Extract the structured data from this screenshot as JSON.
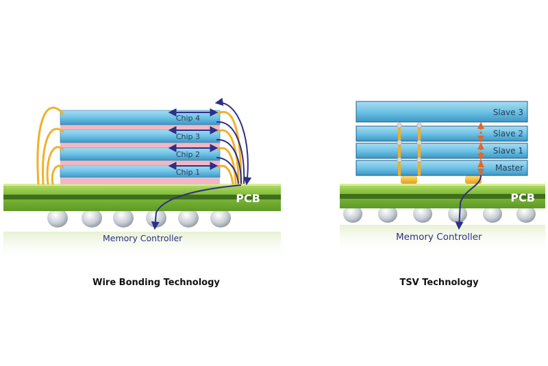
{
  "wire_bonding": {
    "chips": [
      "Chip 4",
      "Chip 3",
      "Chip 2",
      "Chip 1"
    ],
    "pcb_label": "PCB",
    "controller_label": "Memory Controller",
    "caption": "Wire Bonding Technology"
  },
  "tsv": {
    "dies": [
      "Slave 3",
      "Slave 2",
      "Slave 1",
      "Master"
    ],
    "pcb_label": "PCB",
    "controller_label": "Memory Controller",
    "caption": "TSV Technology"
  },
  "colors": {
    "chip_fill": "#6ec3e6",
    "spacer_fill": "#f2b7c4",
    "pcb_green": "#7fb83a",
    "pcb_dark": "#3f6e1c",
    "wire_orange": "#f0b02a",
    "signal_navy": "#2e2f86",
    "tsv_via": "#e0682a"
  }
}
